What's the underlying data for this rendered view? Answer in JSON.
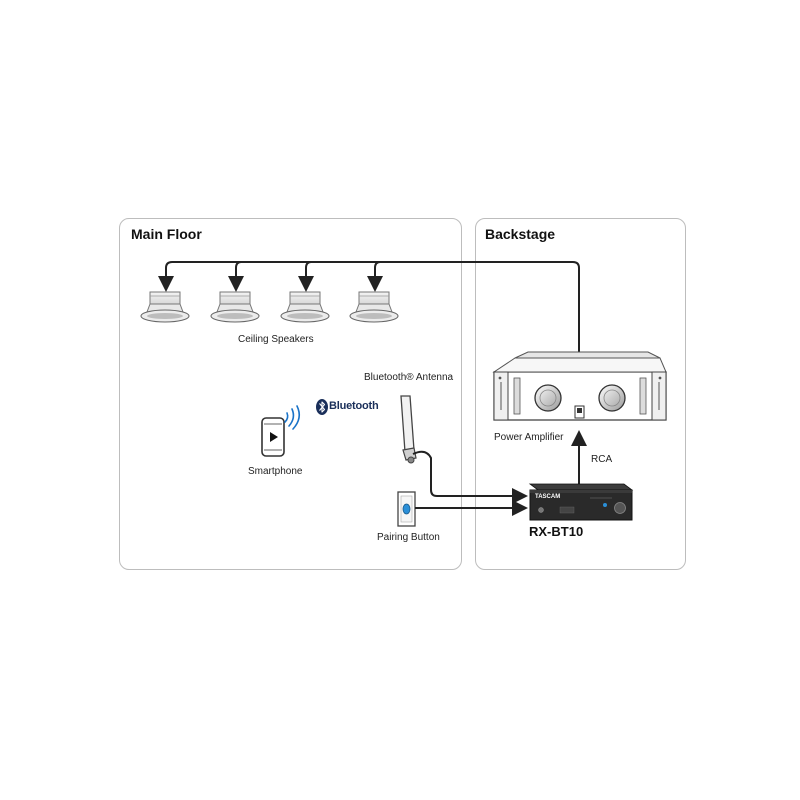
{
  "panels": {
    "main_floor": "Main Floor",
    "backstage": "Backstage"
  },
  "labels": {
    "ceiling_speakers": "Ceiling Speakers",
    "bluetooth_antenna": "Bluetooth® Antenna",
    "bluetooth_logo": "Bluetooth",
    "smartphone": "Smartphone",
    "pairing_button": "Pairing Button",
    "power_amplifier": "Power Amplifier",
    "rca": "RCA",
    "device_model": "RX-BT10",
    "device_brand": "TASCAM"
  },
  "colors": {
    "panel_border": "#bdbdbd",
    "wire": "#222222",
    "bluetooth_blue": "#1a73c8",
    "device_body": "#2a2a2a"
  },
  "icons": [
    "speaker-icon",
    "bluetooth-icon",
    "smartphone-icon",
    "antenna-icon",
    "pairing-button-icon",
    "power-amplifier-icon",
    "receiver-icon"
  ]
}
